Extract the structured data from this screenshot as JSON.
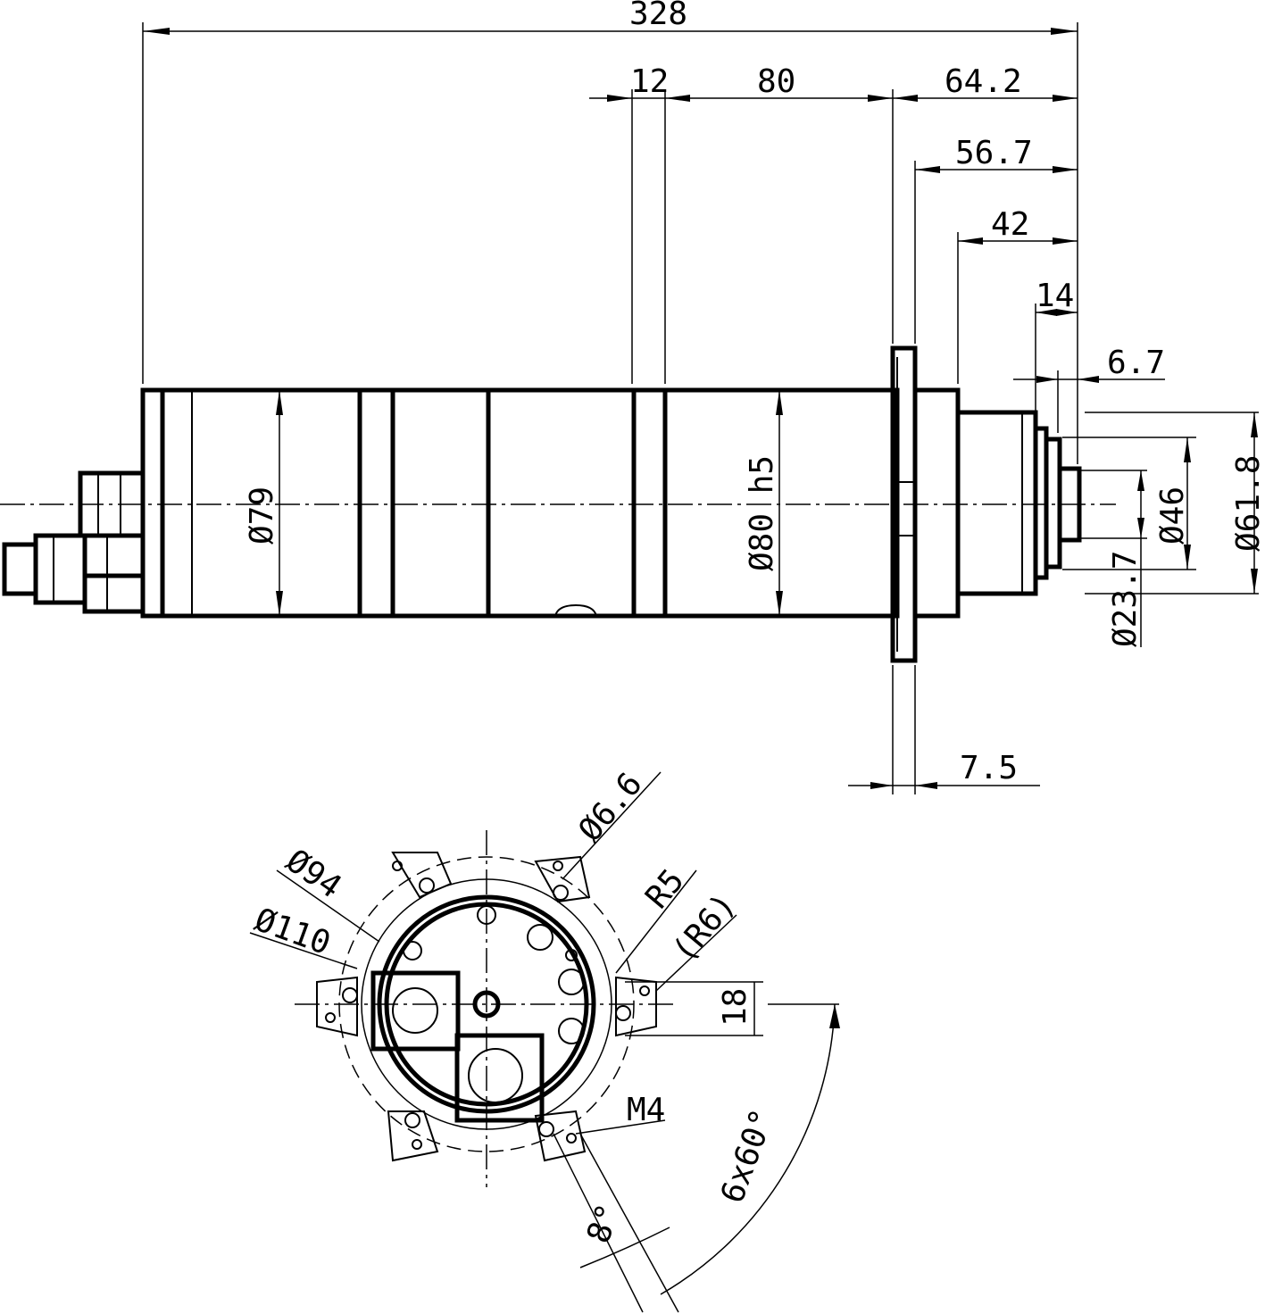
{
  "drawing": {
    "side_view": {
      "dims": {
        "overall_length": "328",
        "d12": "12",
        "d80": "80",
        "d64_2": "64.2",
        "d56_7": "56.7",
        "d42": "42",
        "d14": "14",
        "d6_7": "6.7",
        "d7_5": "7.5",
        "dia79": "Ø79",
        "dia80h5": "Ø80 h5",
        "dia46": "Ø46",
        "dia61_8": "Ø61.8",
        "dia23_7": "Ø23.7"
      }
    },
    "end_view": {
      "dims": {
        "dia6_6": "Ø6.6",
        "dia94": "Ø94",
        "dia110": "Ø110",
        "r5": "R5",
        "r6": "(R6)",
        "d18": "18",
        "m4": "M4",
        "angle_6x60": "6x60°",
        "angle_8": "8°"
      }
    }
  }
}
